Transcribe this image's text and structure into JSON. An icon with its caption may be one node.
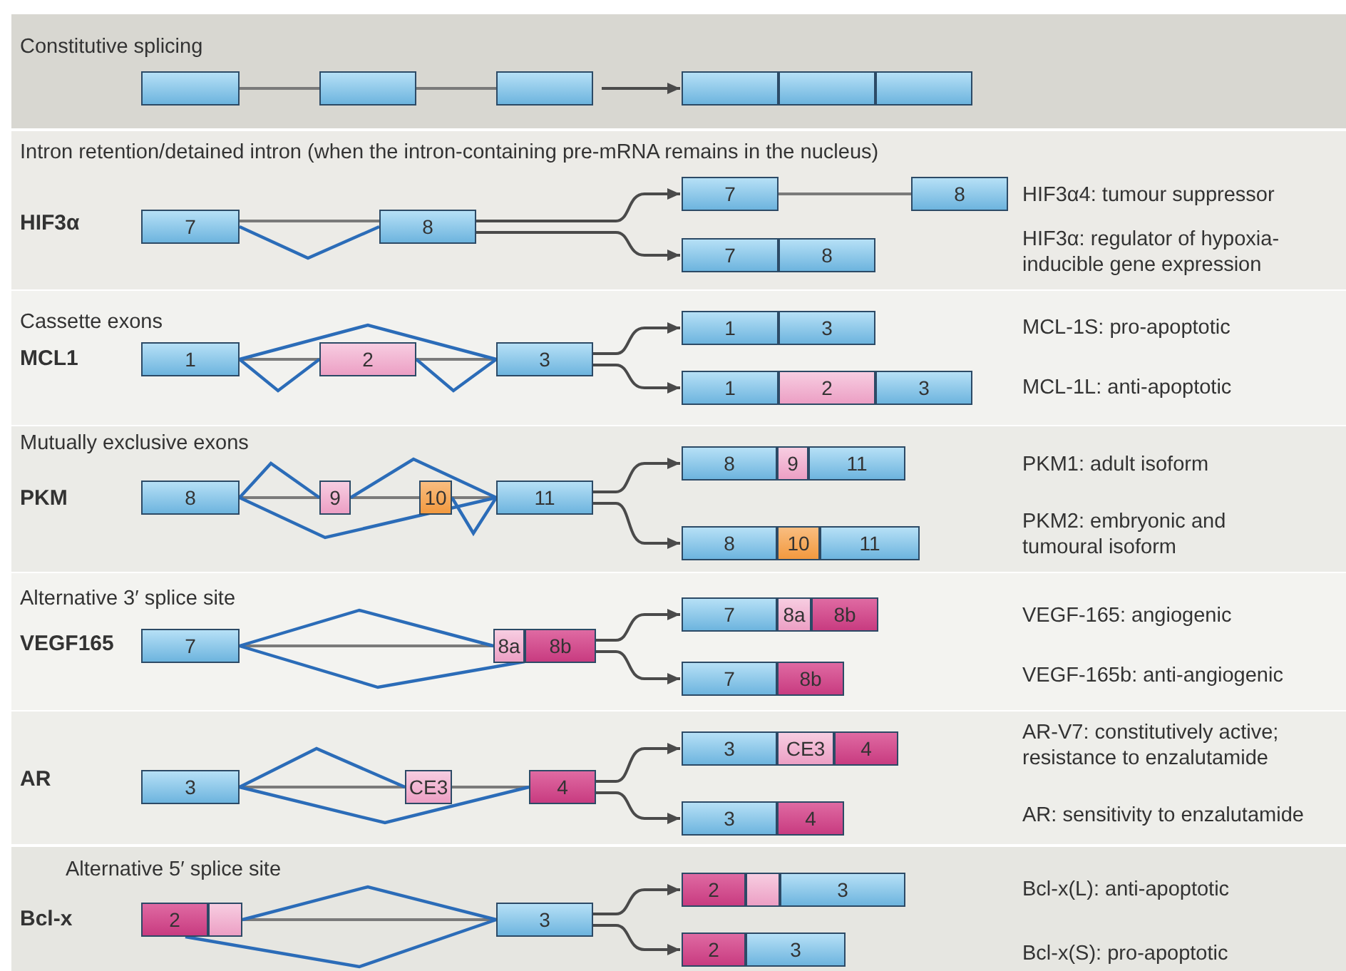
{
  "diagram": {
    "nodes": [
      {
        "text": [],
        "shape": "box"
      },
      {
        "text": [],
        "shape": "box"
      },
      {
        "text": [],
        "shape": "box"
      },
      {
        "text": [],
        "shape": "box"
      },
      {
        "text": [],
        "shape": "box"
      },
      {
        "text": [],
        "shape": "box"
      },
      {
        "text": [
          "7"
        ]
      },
      {
        "text": [
          "8"
        ]
      },
      {
        "text": [
          "7"
        ]
      },
      {
        "text": [
          "8"
        ]
      },
      {
        "text": [
          "7"
        ]
      },
      {
        "text": [
          "8"
        ]
      },
      {
        "text": [
          "1"
        ]
      },
      {
        "text": [
          "2"
        ]
      },
      {
        "text": [
          "3"
        ]
      },
      {
        "text": [
          "1"
        ]
      },
      {
        "text": [
          "3"
        ]
      },
      {
        "text": [
          "1"
        ]
      },
      {
        "text": [
          "2"
        ]
      },
      {
        "text": [
          "3"
        ]
      },
      {
        "text": [
          "8"
        ]
      },
      {
        "text": [
          "9"
        ]
      },
      {
        "text": [
          "10"
        ]
      },
      {
        "text": [
          "11"
        ]
      },
      {
        "text": [
          "8"
        ]
      },
      {
        "text": [
          "9"
        ]
      },
      {
        "text": [
          "11"
        ]
      },
      {
        "text": [
          "8"
        ]
      },
      {
        "text": [
          "10"
        ]
      },
      {
        "text": [
          "11"
        ]
      },
      {
        "text": [
          "7"
        ]
      },
      {
        "text": [
          "8a"
        ]
      },
      {
        "text": [
          "8b"
        ]
      },
      {
        "text": [
          "7"
        ]
      },
      {
        "text": [
          "8a"
        ]
      },
      {
        "text": [
          "8b"
        ]
      },
      {
        "text": [
          "7"
        ]
      },
      {
        "text": [
          "8b"
        ]
      },
      {
        "text": [
          "3"
        ]
      },
      {
        "text": [
          "CE3"
        ]
      },
      {
        "text": [
          "4"
        ]
      },
      {
        "text": [
          "3"
        ]
      },
      {
        "text": [
          "CE3"
        ]
      },
      {
        "text": [
          "4"
        ]
      },
      {
        "text": [
          "3"
        ]
      },
      {
        "text": [
          "4"
        ]
      },
      {
        "text": [
          "2"
        ]
      },
      {
        "text": [],
        "shape": "box"
      },
      {
        "text": [
          "3"
        ]
      },
      {
        "text": [
          "2"
        ]
      },
      {
        "text": [],
        "shape": "box"
      },
      {
        "text": [
          "3"
        ]
      },
      {
        "text": [
          "2"
        ]
      },
      {
        "text": [
          "3"
        ]
      }
    ],
    "edges": [
      {
        "from": 0,
        "to": 1,
        "arrow": "none",
        "color": "#7a7a7a"
      },
      {
        "from": 1,
        "to": 2,
        "arrow": "none",
        "color": "#7a7a7a"
      },
      {
        "from": 2,
        "to": 3,
        "arrow": "to",
        "color": "#4a4a4a"
      },
      {
        "from": 6,
        "to": 7,
        "arrow": "none",
        "color": "#7a7a7a"
      },
      {
        "from": 6,
        "to": 7,
        "arrow": "none"
      },
      {
        "from": 8,
        "to": 9,
        "arrow": "none",
        "color": "#7a7a7a"
      },
      {
        "from": 7,
        "to": 8,
        "arrow": "to",
        "color": "#4a4a4a"
      },
      {
        "from": 7,
        "to": 10,
        "arrow": "to",
        "color": "#4a4a4a"
      },
      {
        "from": 12,
        "to": 13,
        "arrow": "none",
        "color": "#7a7a7a"
      },
      {
        "from": 13,
        "to": 14,
        "arrow": "none",
        "color": "#7a7a7a"
      },
      {
        "from": 12,
        "to": 14,
        "arrow": "none"
      },
      {
        "from": 12,
        "to": 13,
        "arrow": "none"
      },
      {
        "from": 13,
        "to": 14,
        "arrow": "none"
      },
      {
        "from": 14,
        "to": 15,
        "arrow": "to",
        "color": "#4a4a4a"
      },
      {
        "from": 14,
        "to": 17,
        "arrow": "to",
        "color": "#4a4a4a"
      },
      {
        "from": 20,
        "to": 21,
        "arrow": "none",
        "color": "#7a7a7a"
      },
      {
        "from": 21,
        "to": 22,
        "arrow": "none",
        "color": "#7a7a7a"
      },
      {
        "from": 22,
        "to": 23,
        "arrow": "none",
        "color": "#7a7a7a"
      },
      {
        "from": 20,
        "to": 21,
        "arrow": "none"
      },
      {
        "from": 21,
        "to": 23,
        "arrow": "none"
      },
      {
        "from": 20,
        "to": 23,
        "arrow": "none"
      },
      {
        "from": 22,
        "to": 23,
        "arrow": "none"
      },
      {
        "from": 23,
        "to": 24,
        "arrow": "to",
        "color": "#4a4a4a"
      },
      {
        "from": 23,
        "to": 27,
        "arrow": "to",
        "color": "#4a4a4a"
      },
      {
        "from": 30,
        "to": 31,
        "arrow": "none",
        "color": "#7a7a7a"
      },
      {
        "from": 30,
        "to": 31,
        "arrow": "none"
      },
      {
        "from": 30,
        "to": 32,
        "arrow": "none"
      },
      {
        "from": 32,
        "to": 33,
        "arrow": "to",
        "color": "#4a4a4a"
      },
      {
        "from": 32,
        "to": 36,
        "arrow": "to",
        "color": "#4a4a4a"
      },
      {
        "from": 38,
        "to": 39,
        "arrow": "none",
        "color": "#7a7a7a"
      },
      {
        "from": 39,
        "to": 40,
        "arrow": "none",
        "color": "#7a7a7a"
      },
      {
        "from": 38,
        "to": 39,
        "arrow": "none"
      },
      {
        "from": 38,
        "to": 40,
        "arrow": "none"
      },
      {
        "from": 40,
        "to": 41,
        "arrow": "to",
        "color": "#4a4a4a"
      },
      {
        "from": 40,
        "to": 44,
        "arrow": "to",
        "color": "#4a4a4a"
      },
      {
        "from": 47,
        "to": 48,
        "arrow": "none",
        "color": "#7a7a7a"
      },
      {
        "from": 47,
        "to": 48,
        "arrow": "none"
      },
      {
        "from": 46,
        "to": 48,
        "arrow": "none"
      },
      {
        "from": 48,
        "to": 49,
        "arrow": "to",
        "color": "#4a4a4a"
      },
      {
        "from": 48,
        "to": 52,
        "arrow": "to",
        "color": "#4a4a4a"
      }
    ],
    "labels": [
      "Constitutive splicing",
      "Intron retention/detained intron (when the intron-containing pre-mRNA remains in the nucleus)",
      "HIF3α4: tumour suppressor",
      "HIF3α",
      "HIF3α: regulator of hypoxia-inducible gene expression",
      "Cassette exons",
      "MCL-1S: pro-apoptotic",
      "MCL1",
      "MCL-1L: anti-apoptotic",
      "Mutually exclusive exons",
      "PKM1: adult isoform",
      "PKM",
      "PKM2: embryonic and tumoural isoform",
      "Alternative 3′ splice site",
      "VEGF-165: angiogenic",
      "VEGF165",
      "VEGF-165b: anti-angiogenic",
      "AR-V7: constitutively active; resistance to enzalutamide",
      "AR",
      "AR: sensitivity to enzalutamide",
      "Alternative 5′ splice site",
      "Bcl-x(L): anti-apoptotic",
      "Bcl-x",
      "Bcl-x(S): pro-apoptotic"
    ]
  }
}
